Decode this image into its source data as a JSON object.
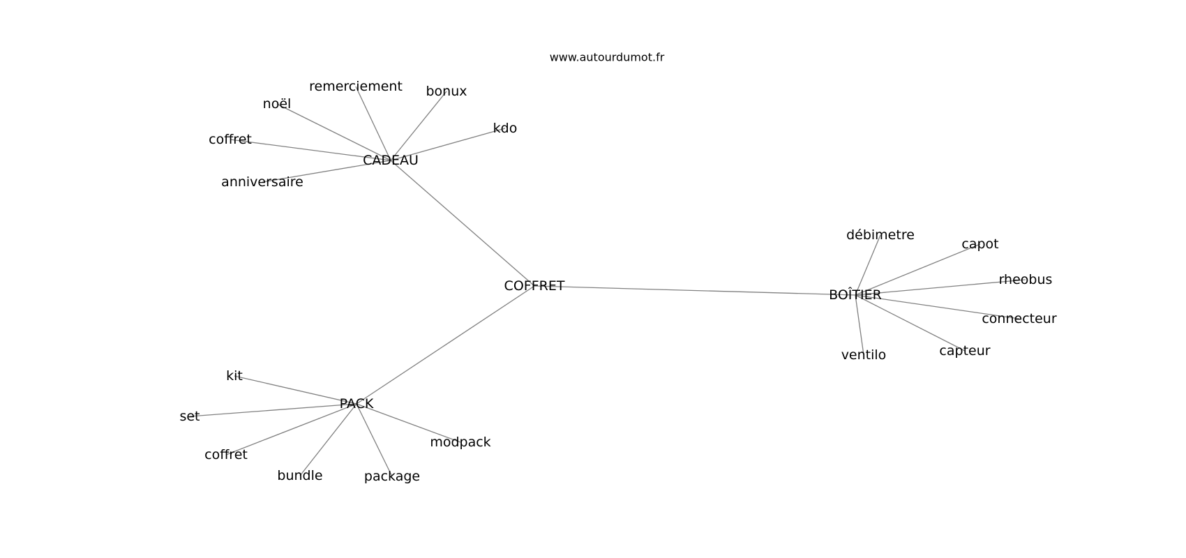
{
  "site": "www.autourdumot.fr",
  "graph": {
    "nodes": [
      {
        "id": "coffret_root",
        "label": "COFFRET"
      },
      {
        "id": "cadeau",
        "label": "CADEAU"
      },
      {
        "id": "pack",
        "label": "PACK"
      },
      {
        "id": "boitier",
        "label": "BOÎTIER"
      },
      {
        "id": "cadeau_noel",
        "label": "noël"
      },
      {
        "id": "cadeau_remerciement",
        "label": "remerciement"
      },
      {
        "id": "cadeau_bonux",
        "label": "bonux"
      },
      {
        "id": "cadeau_kdo",
        "label": "kdo"
      },
      {
        "id": "cadeau_coffret",
        "label": "coffret"
      },
      {
        "id": "cadeau_anniversaire",
        "label": "anniversaire"
      },
      {
        "id": "pack_kit",
        "label": "kit"
      },
      {
        "id": "pack_set",
        "label": "set"
      },
      {
        "id": "pack_coffret",
        "label": "coffret"
      },
      {
        "id": "pack_bundle",
        "label": "bundle"
      },
      {
        "id": "pack_package",
        "label": "package"
      },
      {
        "id": "pack_modpack",
        "label": "modpack"
      },
      {
        "id": "boitier_debimetre",
        "label": "débimetre"
      },
      {
        "id": "boitier_capot",
        "label": "capot"
      },
      {
        "id": "boitier_rheobus",
        "label": "rheobus"
      },
      {
        "id": "boitier_connecteur",
        "label": "connecteur"
      },
      {
        "id": "boitier_capteur",
        "label": "capteur"
      },
      {
        "id": "boitier_ventilo",
        "label": "ventilo"
      }
    ],
    "edges": [
      [
        "coffret_root",
        "cadeau"
      ],
      [
        "coffret_root",
        "pack"
      ],
      [
        "coffret_root",
        "boitier"
      ],
      [
        "cadeau",
        "cadeau_noel"
      ],
      [
        "cadeau",
        "cadeau_remerciement"
      ],
      [
        "cadeau",
        "cadeau_bonux"
      ],
      [
        "cadeau",
        "cadeau_kdo"
      ],
      [
        "cadeau",
        "cadeau_coffret"
      ],
      [
        "cadeau",
        "cadeau_anniversaire"
      ],
      [
        "pack",
        "pack_kit"
      ],
      [
        "pack",
        "pack_set"
      ],
      [
        "pack",
        "pack_coffret"
      ],
      [
        "pack",
        "pack_bundle"
      ],
      [
        "pack",
        "pack_package"
      ],
      [
        "pack",
        "pack_modpack"
      ],
      [
        "boitier",
        "boitier_debimetre"
      ],
      [
        "boitier",
        "boitier_capot"
      ],
      [
        "boitier",
        "boitier_rheobus"
      ],
      [
        "boitier",
        "boitier_connecteur"
      ],
      [
        "boitier",
        "boitier_capteur"
      ],
      [
        "boitier",
        "boitier_ventilo"
      ]
    ]
  }
}
